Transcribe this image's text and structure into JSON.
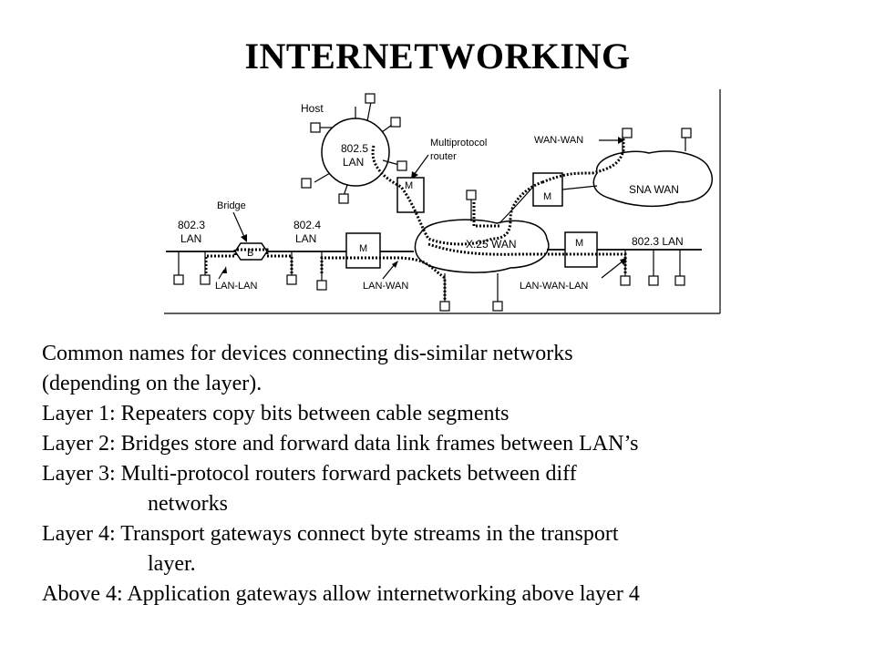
{
  "title": "INTERNETWORKING",
  "diagram": {
    "labels": {
      "host": "Host",
      "lan_8025_a": "802.5",
      "lan_8025_b": "LAN",
      "multiprotocol_a": "Multiprotocol",
      "multiprotocol_b": "router",
      "wan_wan": "WAN-WAN",
      "sna_wan": "SNA WAN",
      "bridge": "Bridge",
      "lan_8023_a": "802.3",
      "lan_8023_b": "LAN",
      "lan_8024_a": "802.4",
      "lan_8024_b": "LAN",
      "x25_wan": "X.25 WAN",
      "lan_8023_right": "802.3 LAN",
      "lan_lan": "LAN-LAN",
      "lan_wan": "LAN-WAN",
      "lan_wan_lan": "LAN-WAN-LAN",
      "bridge_box": "B",
      "router_box": "M"
    }
  },
  "body": {
    "lines": [
      "Common names for devices connecting dis-similar networks",
      "(depending on the layer).",
      "Layer 1: Repeaters copy bits between cable segments",
      "Layer 2: Bridges store and forward data link frames between LAN’s",
      "Layer 3: Multi-protocol routers forward packets between diff",
      "networks",
      "Layer 4: Transport gateways connect byte streams in the transport",
      "layer.",
      "Above 4: Application gateways allow internetworking above layer 4"
    ]
  }
}
